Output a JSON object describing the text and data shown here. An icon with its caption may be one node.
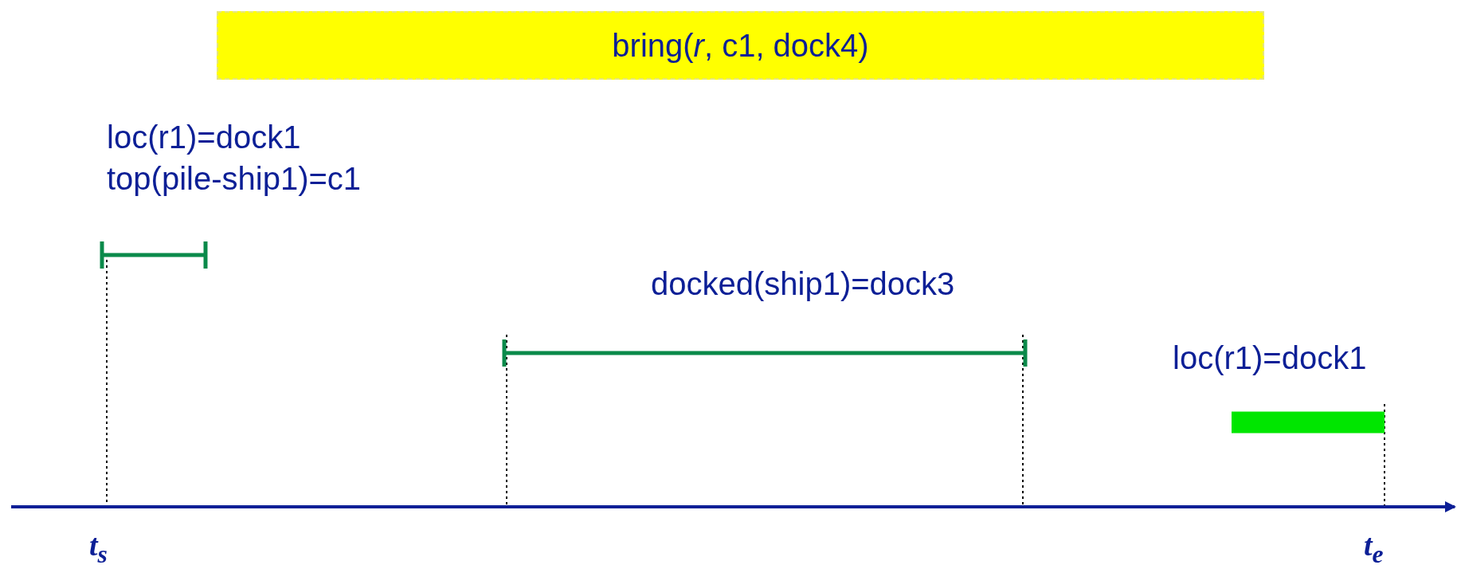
{
  "diagram": {
    "nodes": [
      {
        "text": [
          "bring(*r*, c1, dock4)"
        ]
      }
    ],
    "labels": [
      "loc(r1)=dock1",
      "top(pile-ship1)=c1",
      "docked(ship1)=dock3",
      "loc(r1)=dock1",
      "t$_{s}$",
      "t$_{e}$"
    ]
  }
}
